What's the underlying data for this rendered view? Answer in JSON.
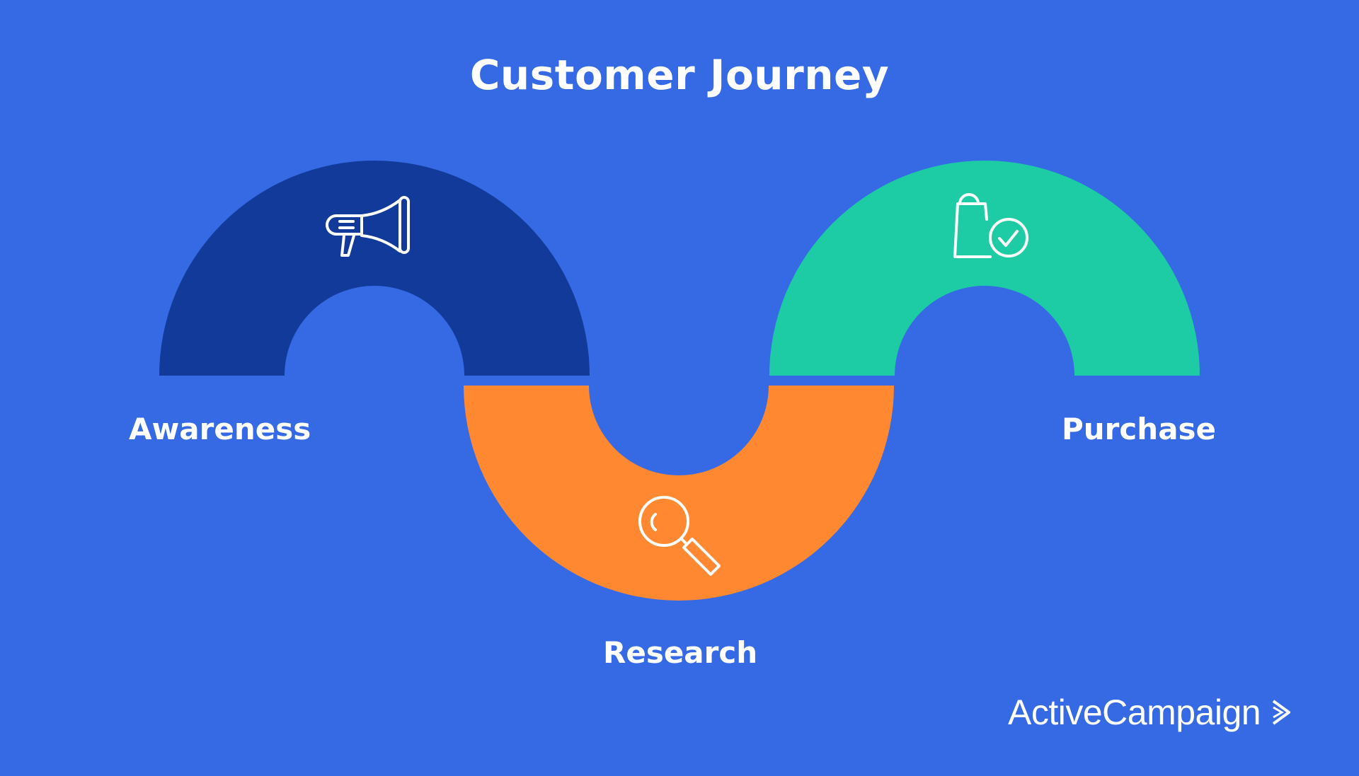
{
  "title": "Customer Journey",
  "stages": [
    {
      "label": "Awareness",
      "icon": "megaphone-icon",
      "color": "#123A9A"
    },
    {
      "label": "Research",
      "icon": "magnifying-glass-icon",
      "color": "#FF8830"
    },
    {
      "label": "Purchase",
      "icon": "shopping-bag-check-icon",
      "color": "#1DCCA4"
    }
  ],
  "background_color": "#356AE4",
  "logo": {
    "text": "ActiveCampaign",
    "icon": "chevron-right-icon"
  }
}
